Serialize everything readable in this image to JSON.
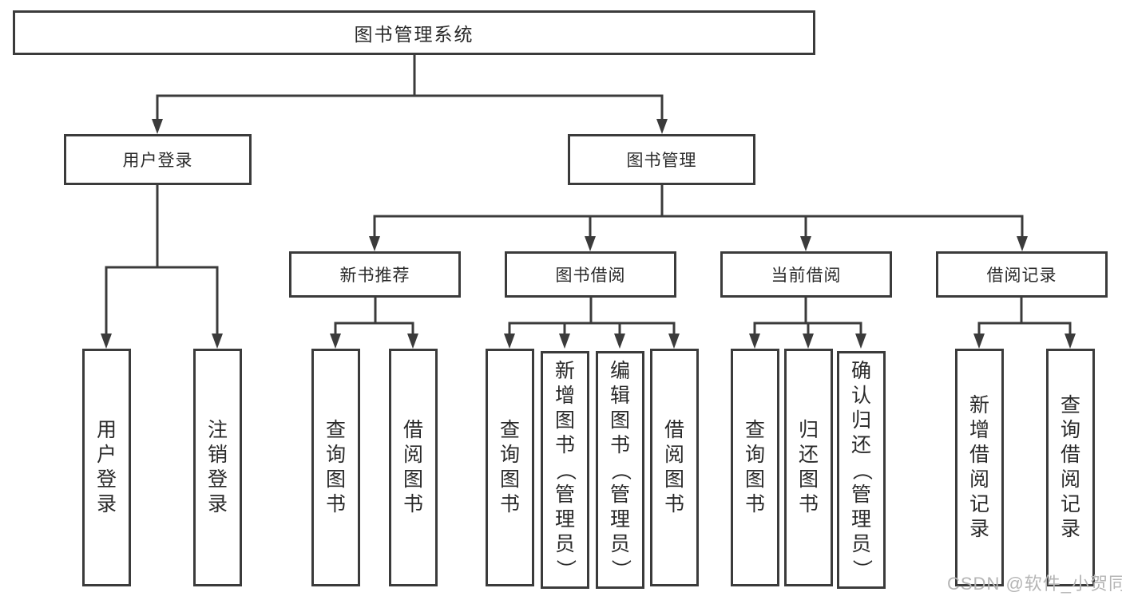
{
  "diagram": {
    "root": {
      "label": "图书管理系统"
    },
    "branches": [
      {
        "label": "用户登录",
        "children": [
          {
            "label": "用户登录"
          },
          {
            "label": "注销登录"
          }
        ]
      },
      {
        "label": "图书管理",
        "children": [
          {
            "label": "新书推荐",
            "children": [
              {
                "label": "查询图书"
              },
              {
                "label": "借阅图书"
              }
            ]
          },
          {
            "label": "图书借阅",
            "children": [
              {
                "label": "查询图书"
              },
              {
                "label": "新增图书（管理员）"
              },
              {
                "label": "编辑图书（管理员）"
              },
              {
                "label": "借阅图书"
              }
            ]
          },
          {
            "label": "当前借阅",
            "children": [
              {
                "label": "查询图书"
              },
              {
                "label": "归还图书"
              },
              {
                "label": "确认归还（管理员）"
              }
            ]
          },
          {
            "label": "借阅记录",
            "children": [
              {
                "label": "新增借阅记录"
              },
              {
                "label": "查询借阅记录"
              }
            ]
          }
        ]
      }
    ]
  },
  "watermark": {
    "text": "CSDN @软件_小贺同学"
  },
  "colors": {
    "line": "#3b3b3b",
    "box_border": "#3b3b3b",
    "text": "#2a2a2a",
    "watermark": "#b5b5b5",
    "background": "#ffffff"
  }
}
